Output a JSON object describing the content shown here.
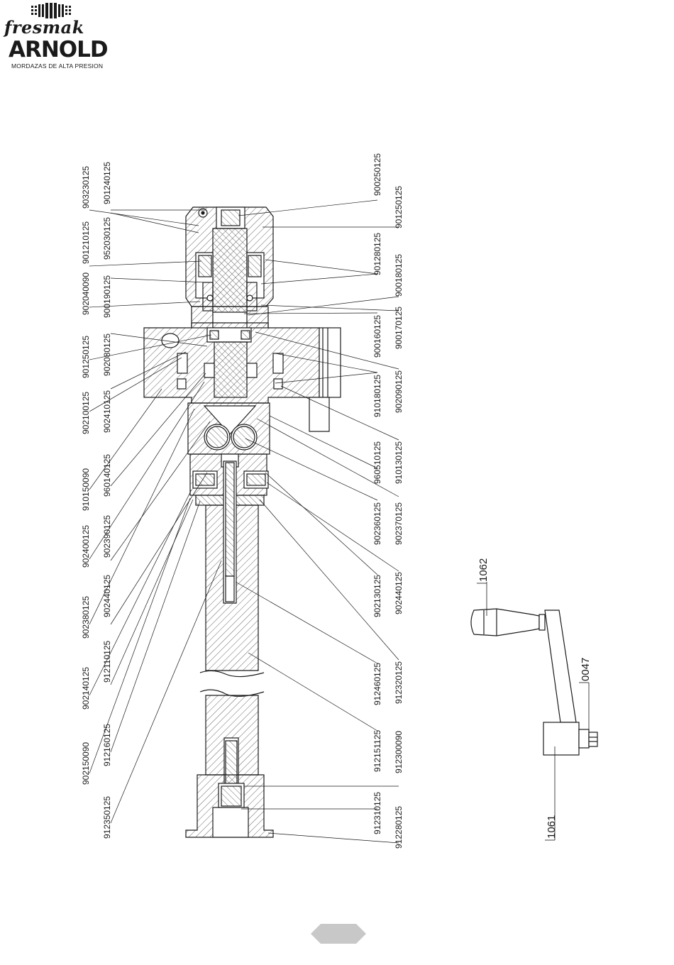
{
  "brand": {
    "name_top": "fresmak",
    "name_main": "ARNOLD",
    "tagline": "MORDAZAS DE ALTA PRESION"
  },
  "colors": {
    "line": "#1a1a1a",
    "hatch": "#555555",
    "page_tab": "#c8c8c8"
  },
  "left_labels_outer": [
    "903230125",
    "901210125",
    "902040090",
    "901250125",
    "902100125",
    "910150090",
    "902400125",
    "902380125",
    "902140125",
    "902150090"
  ],
  "left_labels_inner": [
    "901240125",
    "952030125",
    "900190125",
    "902080125",
    "902410125",
    "960140125",
    "902390125",
    "902440125",
    "912110125",
    "912160125",
    "912350125"
  ],
  "right_labels_inner": [
    "900250125",
    "901280125",
    "900160125",
    "910180125",
    "960510125",
    "902360125",
    "902130125",
    "912460125",
    "912151125",
    "912310125"
  ],
  "right_labels_outer": [
    "901250125",
    "900180125",
    "900170125",
    "902090125",
    "910130125",
    "902370125",
    "902440125",
    "912320125",
    "912300090",
    "912280125"
  ],
  "handle_labels": {
    "grip": "1062",
    "nut": "0047",
    "hub": "1061"
  }
}
